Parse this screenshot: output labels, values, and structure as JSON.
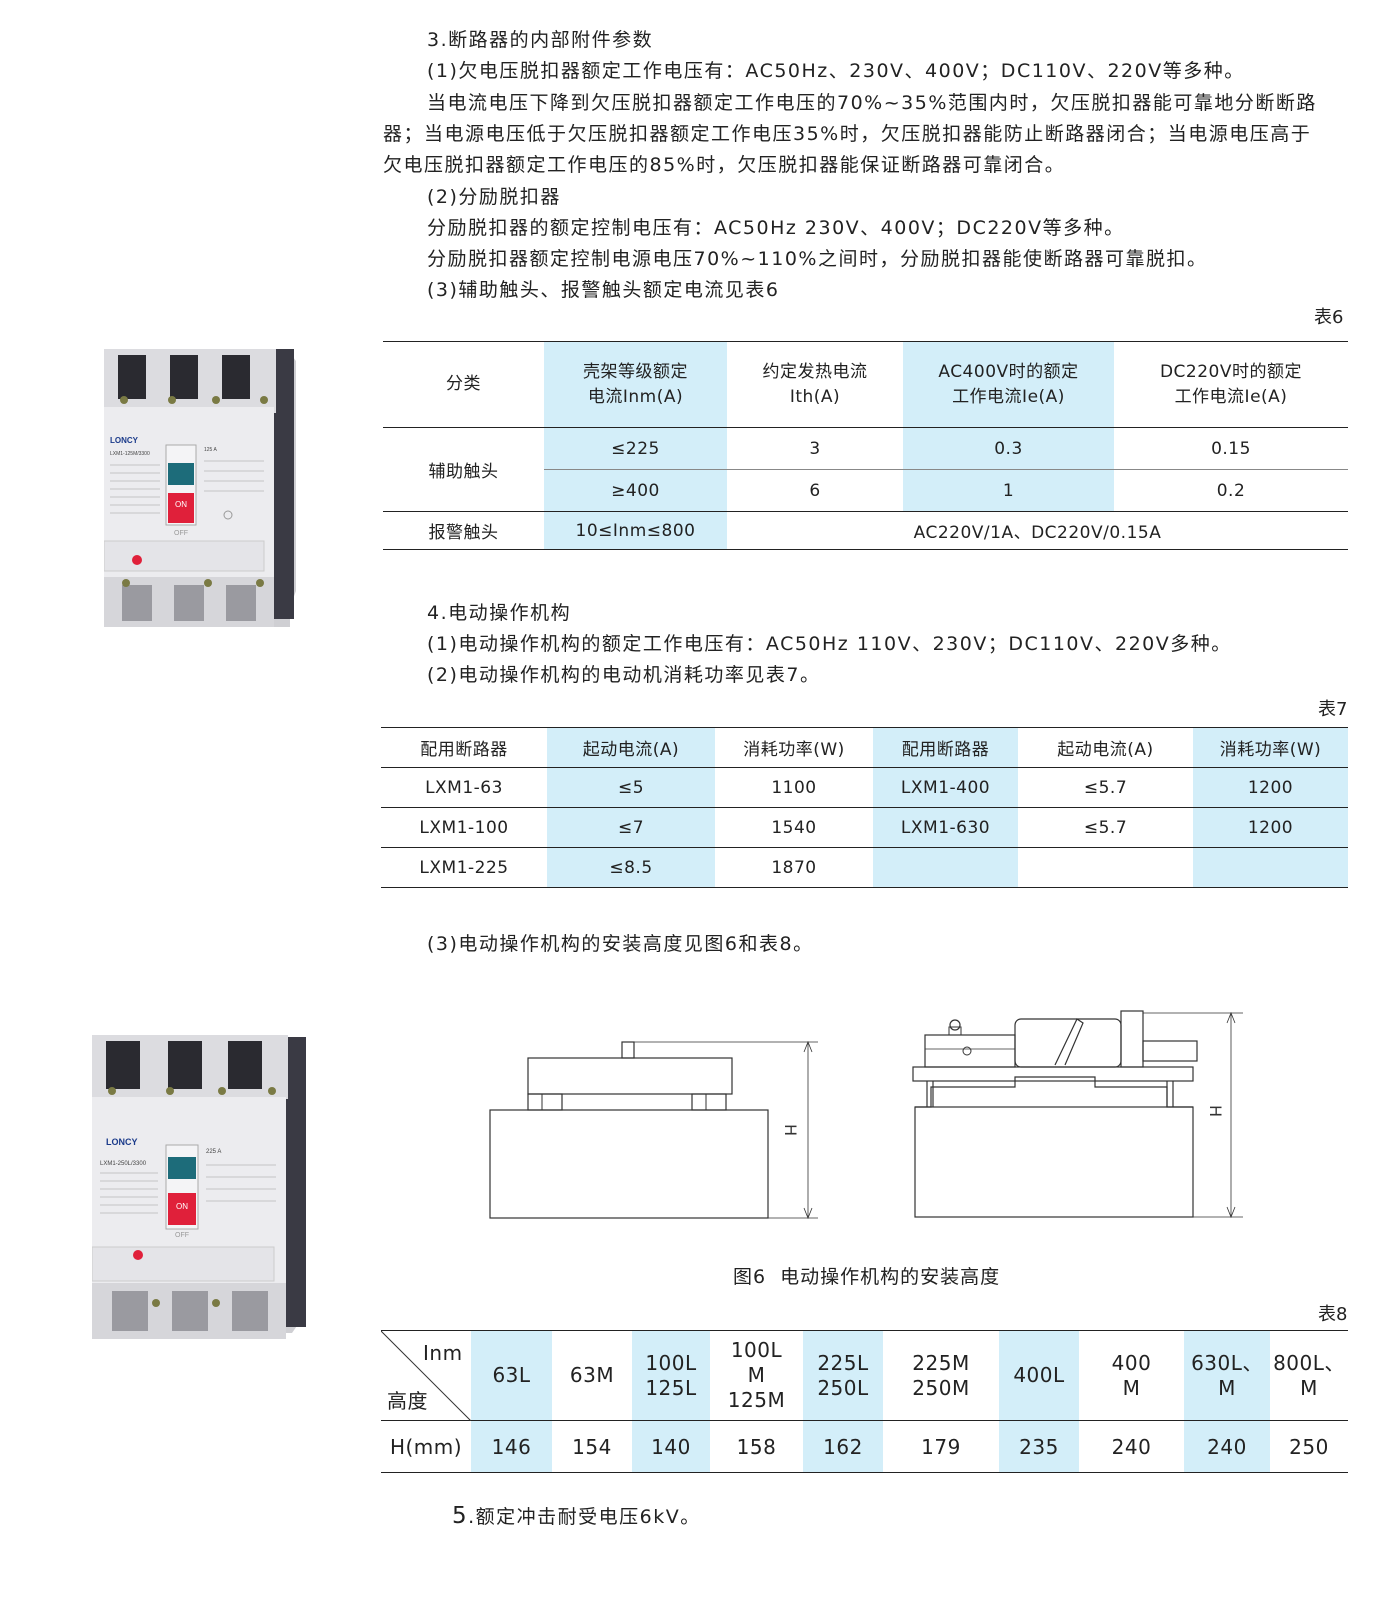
{
  "section3": {
    "heading": "3.断路器的内部附件参数",
    "p1": "(1)欠电压脱扣器额定工作电压有：AC50Hz、230V、400V；DC110V、220V等多种。",
    "p2a": "当电流电压下降到欠压脱扣器额定工作电压的70%~35%范围内时，欠压脱扣器能可靠地分断断路",
    "p2b": "器；当电源电压低于欠压脱扣器额定工作电压35%时，欠压脱扣器能防止断路器闭合；当电源电压高于",
    "p2c": "欠电压脱扣器额定工作电压的85%时，欠压脱扣器能保证断路器可靠闭合。",
    "p3": "(2)分励脱扣器",
    "p4": "分励脱扣器的额定控制电压有：AC50Hz 230V、400V；DC220V等多种。",
    "p5": "分励脱扣器额定控制电源电压70%~110%之间时，分励脱扣器能使断路器可靠脱扣。",
    "p6": "(3)辅助触头、报警触头额定电流见表6"
  },
  "table6": {
    "label": "表6",
    "headers": [
      "分类",
      "壳架等级额定",
      "电流Inm(A)",
      "约定发热电流",
      "Ith(A)",
      "AC400V时的额定",
      "工作电流Ie(A)",
      "DC220V时的额定",
      "工作电流Ie(A)"
    ],
    "aux_label": "辅助触头",
    "rows": [
      [
        "≤225",
        "3",
        "0.3",
        "0.15"
      ],
      [
        "≥400",
        "6",
        "1",
        "0.2"
      ]
    ],
    "alarm_label": "报警触头",
    "alarm_range": "10≤Inm≤800",
    "alarm_value": "AC220V/1A、DC220V/0.15A"
  },
  "section4": {
    "heading": "4.电动操作机构",
    "p1": "(1)电动操作机构的额定工作电压有：AC50Hz 110V、230V；DC110V、220V多种。",
    "p2": "(2)电动操作机构的电动机消耗功率见表7。",
    "p3": "(3)电动操作机构的安装高度见图6和表8。"
  },
  "table7": {
    "label": "表7",
    "headers": [
      "配用断路器",
      "起动电流(A)",
      "消耗功率(W)",
      "配用断路器",
      "起动电流(A)",
      "消耗功率(W)"
    ],
    "rows": [
      [
        "LXM1-63",
        "≤5",
        "1100",
        "LXM1-400",
        "≤5.7",
        "1200"
      ],
      [
        "LXM1-100",
        "≤7",
        "1540",
        "LXM1-630",
        "≤5.7",
        "1200"
      ],
      [
        "LXM1-225",
        "≤8.5",
        "1870",
        "",
        "",
        ""
      ]
    ]
  },
  "figure6": {
    "caption": "图6  电动操作机构的安装高度",
    "h_label": "H"
  },
  "table8": {
    "label": "表8",
    "corner_top": "Inm",
    "corner_bottom": "高度",
    "headers": [
      [
        "63L"
      ],
      [
        "63M"
      ],
      [
        "100L",
        "125L"
      ],
      [
        "100L",
        "M",
        "125M"
      ],
      [
        "225L",
        "250L"
      ],
      [
        "225M",
        "250M"
      ],
      [
        "400L"
      ],
      [
        "400",
        "M"
      ],
      [
        "630L、",
        "M"
      ],
      [
        "800L、",
        "M"
      ]
    ],
    "row_label": "H(mm)",
    "values": [
      "146",
      "154",
      "140",
      "158",
      "162",
      "179",
      "235",
      "240",
      "240",
      "250"
    ]
  },
  "section5": {
    "num": "5",
    "text": ".额定冲击耐受电压6kV。"
  },
  "product1": {
    "brand": "LONCY",
    "model": "LXM1-125M/3300",
    "rating": "125 A",
    "on": "ON",
    "off": "OFF"
  },
  "product2": {
    "brand": "LONCY",
    "model": "LXM1-250L/3300",
    "rating": "225 A",
    "on": "ON",
    "off": "OFF"
  },
  "colors": {
    "highlight": "#d3eef9",
    "text": "#222222",
    "product_red": "#e0203a"
  }
}
